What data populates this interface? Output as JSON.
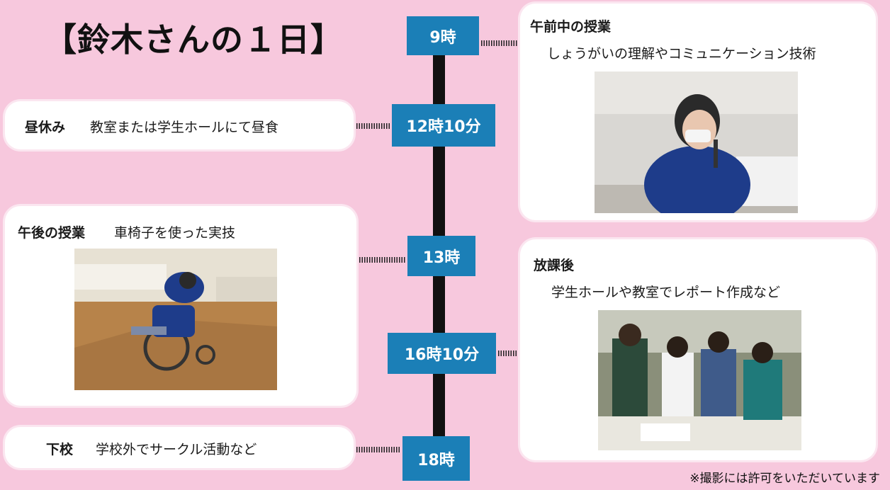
{
  "title": "【鈴木さんの１日】",
  "schedule": [
    {
      "time": "9時",
      "heading": "午前中の授業",
      "text": "しょうがいの理解やコミュニケーション技術",
      "photo": "lecture-photo"
    },
    {
      "time": "12時10分",
      "heading": "昼休み",
      "text": "教室または学生ホールにて昼食"
    },
    {
      "time": "13時",
      "heading": "午後の授業",
      "text": "車椅子を使った実技",
      "photo": "wheelchair-photo"
    },
    {
      "time": "16時10分",
      "heading": "放課後",
      "text": "学生ホールや教室でレポート作成など",
      "photo": "group-photo"
    },
    {
      "time": "18時",
      "heading": "下校",
      "text": "学校外でサークル活動など"
    }
  ],
  "note": "※撮影には許可をいただいています",
  "colors": {
    "background": "#f7c8dd",
    "time_box": "#1b7fb7",
    "card": "#ffffff",
    "line": "#111111"
  }
}
